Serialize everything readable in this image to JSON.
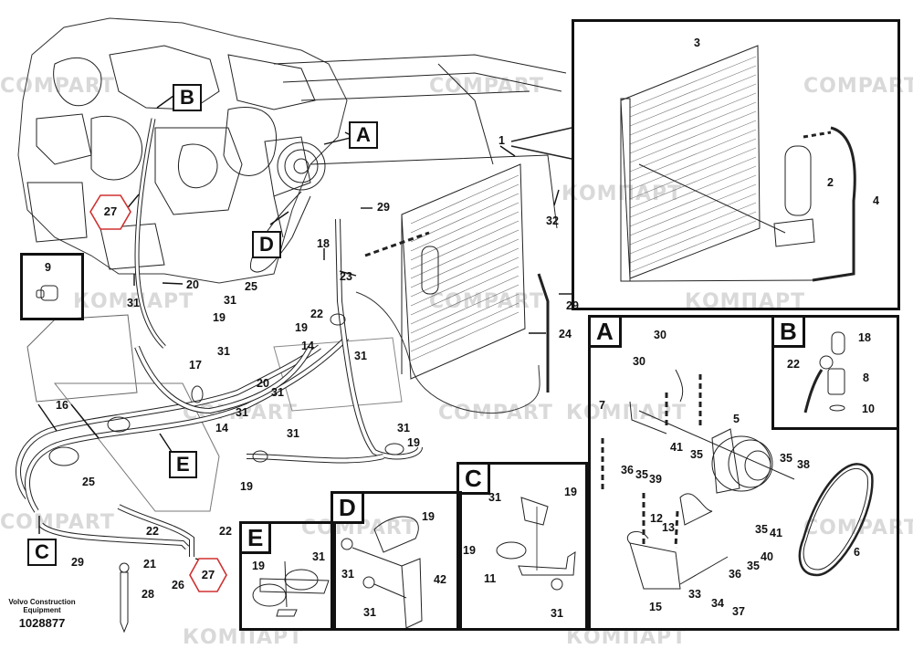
{
  "diagram": {
    "title": "Air conditioning – condenser, compressor and hoses",
    "watermark_texts": [
      "COMPART",
      "КОМПАРТ"
    ],
    "caption": {
      "maker": "Volvo Construction Equipment",
      "drawing_number": "1028877"
    },
    "accent_colors": {
      "line": "#111111",
      "hex_highlight": "#d03030",
      "watermark": "#d9d9d9"
    },
    "view_labels": {
      "main_A": "A",
      "main_B": "B",
      "main_C": "C",
      "main_D": "D",
      "main_E": "E"
    },
    "highlighted_parts": [
      "27",
      "27"
    ],
    "main_callouts": [
      "1",
      "2",
      "3",
      "4",
      "9",
      "14",
      "14",
      "16",
      "17",
      "18",
      "19",
      "19",
      "19",
      "19",
      "20",
      "20",
      "21",
      "22",
      "22",
      "22",
      "23",
      "24",
      "25",
      "25",
      "26",
      "28",
      "29",
      "29",
      "29",
      "31",
      "31",
      "31",
      "31",
      "31",
      "31",
      "31",
      "31",
      "31",
      "32"
    ],
    "panels": {
      "condenser": {
        "callouts": [
          "3",
          "2",
          "4"
        ]
      },
      "A": {
        "tag": "A",
        "callouts": [
          "30",
          "30",
          "7",
          "5",
          "41",
          "35",
          "36",
          "35",
          "39",
          "35",
          "38",
          "12",
          "13",
          "35",
          "41",
          "40",
          "35",
          "36",
          "33",
          "34",
          "37",
          "15",
          "6"
        ]
      },
      "B": {
        "tag": "B",
        "callouts": [
          "18",
          "22",
          "8",
          "10"
        ]
      },
      "C": {
        "tag": "C",
        "callouts": [
          "31",
          "19",
          "19",
          "11",
          "31"
        ]
      },
      "D": {
        "tag": "D",
        "callouts": [
          "19",
          "31",
          "42",
          "31"
        ]
      },
      "E": {
        "tag": "E",
        "callouts": [
          "31",
          "19"
        ]
      },
      "part9": {
        "callouts": [
          "9"
        ]
      }
    }
  }
}
